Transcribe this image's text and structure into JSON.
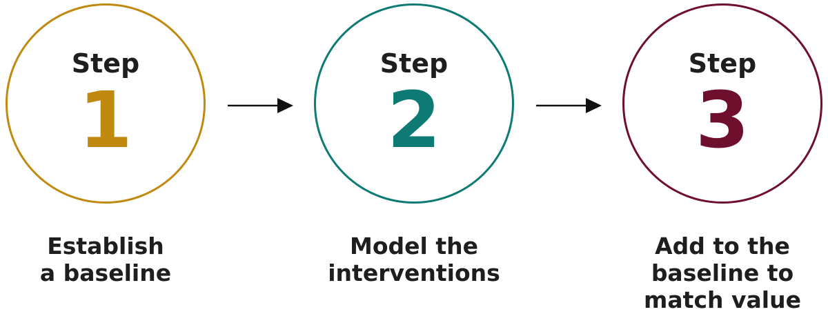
{
  "colors": {
    "step1": "#c08a10",
    "step2": "#0d7a74",
    "step3": "#6e0f2d",
    "text": "#1e1e1e",
    "arrow": "#111111"
  },
  "steps": [
    {
      "word": "Step",
      "number": "1",
      "caption": [
        "Establish",
        "a baseline"
      ]
    },
    {
      "word": "Step",
      "number": "2",
      "caption": [
        "Model the",
        "interventions"
      ]
    },
    {
      "word": "Step",
      "number": "3",
      "caption": [
        "Add to the",
        "baseline to",
        "match value"
      ]
    }
  ]
}
